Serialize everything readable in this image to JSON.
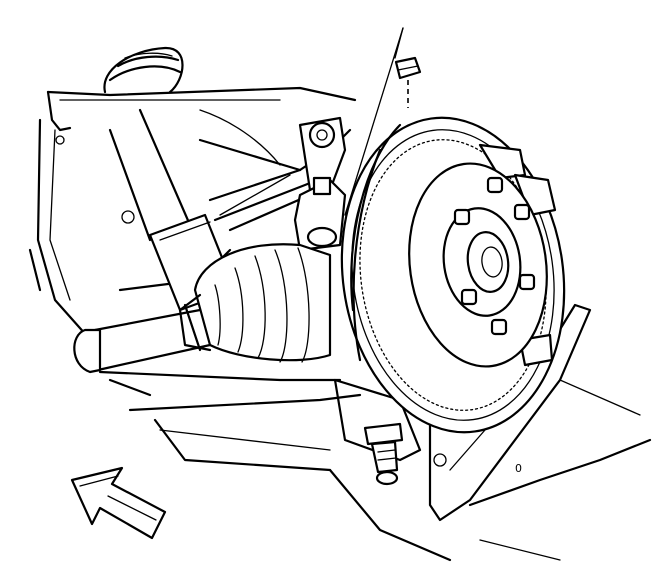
{
  "figure": {
    "callout_text": "0",
    "colors": {
      "ink": "#000000",
      "paper": "#ffffff"
    },
    "parts": [
      "coil-spring",
      "shock-absorber",
      "upper-control-arm",
      "lower-control-arm",
      "cv-axle-boot",
      "steering-knuckle",
      "brake-rotor",
      "wheel-hub",
      "wheel-stud",
      "brake-caliper-bracket",
      "ball-joint",
      "upper-ball-joint-nut",
      "direction-arrow"
    ]
  }
}
